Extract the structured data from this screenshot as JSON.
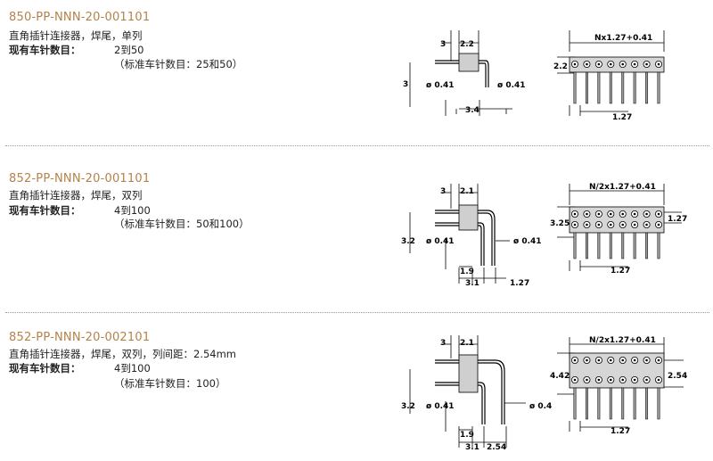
{
  "products": [
    {
      "part_number": "850-PP-NNN-20-001101",
      "description": "直角插针连接器，焊尾，单列",
      "pins_label": "现有车针数目：",
      "pins_value": "2到50",
      "pins_note": "（标准车针数目：25和50）",
      "side_dims": {
        "top_a": "3",
        "top_b": "2.2",
        "left": "3",
        "dia_left": "ø 0.41",
        "dia_right": "ø 0.41",
        "bottom": "3.4"
      },
      "front_dims": {
        "top": "Nx1.27+0.41",
        "left": "2.2",
        "bottom": "1.27"
      }
    },
    {
      "part_number": "852-PP-NNN-20-001101",
      "description": "直角插针连接器，焊尾，双列",
      "pins_label": "现有车针数目：",
      "pins_value": "4到100",
      "pins_note": "（标准车针数目：50和100）",
      "side_dims": {
        "top_a": "3",
        "top_b": "2.1",
        "left": "3.2",
        "dia_left": "ø 0.41",
        "dia_right": "ø 0.41",
        "bottom_a": "1.9",
        "bottom_b": "3.1",
        "bottom_c": "1.27"
      },
      "front_dims": {
        "top": "N/2x1.27+0.41",
        "left": "3.25",
        "right": "1.27",
        "bottom": "1.27"
      }
    },
    {
      "part_number": "852-PP-NNN-20-002101",
      "description": "直角插针连接器，焊尾，双列，列间距：2.54mm",
      "pins_label": "现有车针数目：",
      "pins_value": "4到100",
      "pins_note": "（标准车针数目：100）",
      "side_dims": {
        "top_a": "3",
        "top_b": "2.1",
        "left": "3.2",
        "dia_left": "ø 0.41",
        "dia_right": "ø 0.41",
        "bottom_a": "1.9",
        "bottom_b": "3.1",
        "bottom_c": "2.54"
      },
      "front_dims": {
        "top": "N/2x1.27+0.41",
        "left": "4.42",
        "right": "2.54",
        "bottom": "1.27"
      }
    }
  ]
}
